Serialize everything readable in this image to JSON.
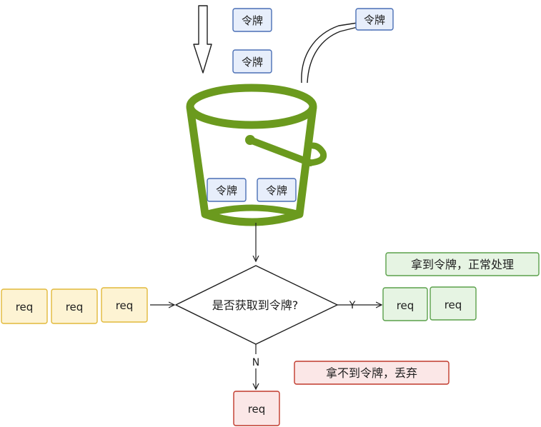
{
  "colors": {
    "bucket": "#6b9a1e",
    "token_fill": "#e7eefb",
    "token_stroke": "#4a6fb5",
    "req_yellow_fill": "#fdf3d3",
    "req_yellow_stroke": "#e2b93b",
    "req_green_fill": "#e6f4e3",
    "req_green_stroke": "#5aa04a",
    "req_red_fill": "#fbe7e7",
    "req_red_stroke": "#c0392b",
    "ink": "#1e1e1e"
  },
  "tokens": {
    "incoming_1": "令牌",
    "incoming_2": "令牌",
    "overflow": "令牌",
    "in_bucket_1": "令牌",
    "in_bucket_2": "令牌"
  },
  "requests": {
    "queue": [
      "req",
      "req",
      "req"
    ],
    "accepted": [
      "req",
      "req"
    ],
    "rejected": "req"
  },
  "decision": {
    "question": "是否获取到令牌?",
    "yes_label": "Y",
    "no_label": "N"
  },
  "notes": {
    "success": "拿到令牌，正常处理",
    "failure": "拿不到令牌，丢弃"
  }
}
